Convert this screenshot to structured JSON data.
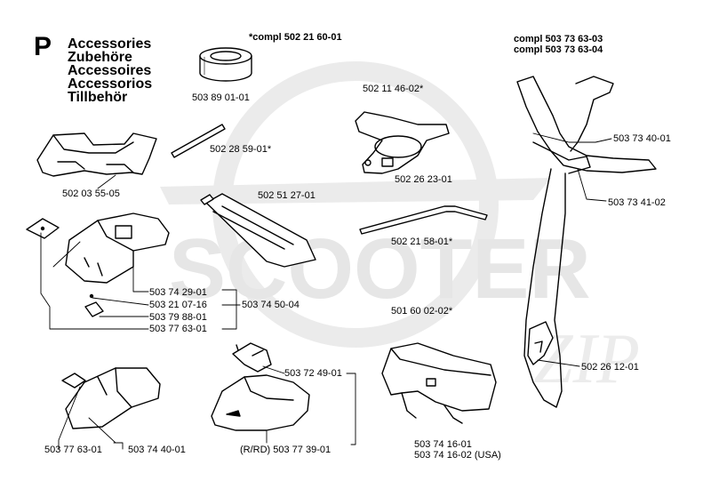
{
  "section": {
    "letter": "P",
    "titles": [
      "Accessories",
      "Zubehöre",
      "Accessoires",
      "Accessorios",
      "Tillbehör"
    ]
  },
  "watermark": {
    "text": "SCOOTER",
    "sub": "ZIP",
    "color": "#e8e8e8"
  },
  "labels": {
    "compl_502_21_60_01": "*compl 502 21 60-01",
    "p503_89_01_01": "503 89 01-01",
    "p502_28_59_01": "502 28 59-01*",
    "p502_03_55_05": "502 03 55-05",
    "p502_11_46_02": "502 11 46-02*",
    "p502_26_23_01": "502 26 23-01",
    "p502_51_27_01": "502 51 27-01",
    "p502_21_58_01": "502 21 58-01*",
    "compl_503_73_63_03": "compl 503 73 63-03",
    "compl_503_73_63_04": "compl 503 73 63-04",
    "p503_73_40_01": "503 73 40-01",
    "p503_73_41_02": "503 73 41-02",
    "p503_74_29_01": "503 74 29-01",
    "p503_21_07_16": "503 21 07-16",
    "p503_79_88_01": "503 79 88-01",
    "p503_77_63_01_a": "503 77 63-01",
    "p503_74_50_04": "503 74 50-04",
    "p501_60_02_02": "501 60 02-02*",
    "p503_72_49_01": "503 72 49-01",
    "p502_26_12_01": "502 26 12-01",
    "p503_77_63_01_b": "503 77 63-01",
    "p503_74_40_01": "503 74 40-01",
    "rrd_503_77_39_01": "(R/RD) 503 77 39-01",
    "p503_74_16_01": "503 74 16-01",
    "p503_74_16_02": "503 74 16-02 (USA)"
  }
}
